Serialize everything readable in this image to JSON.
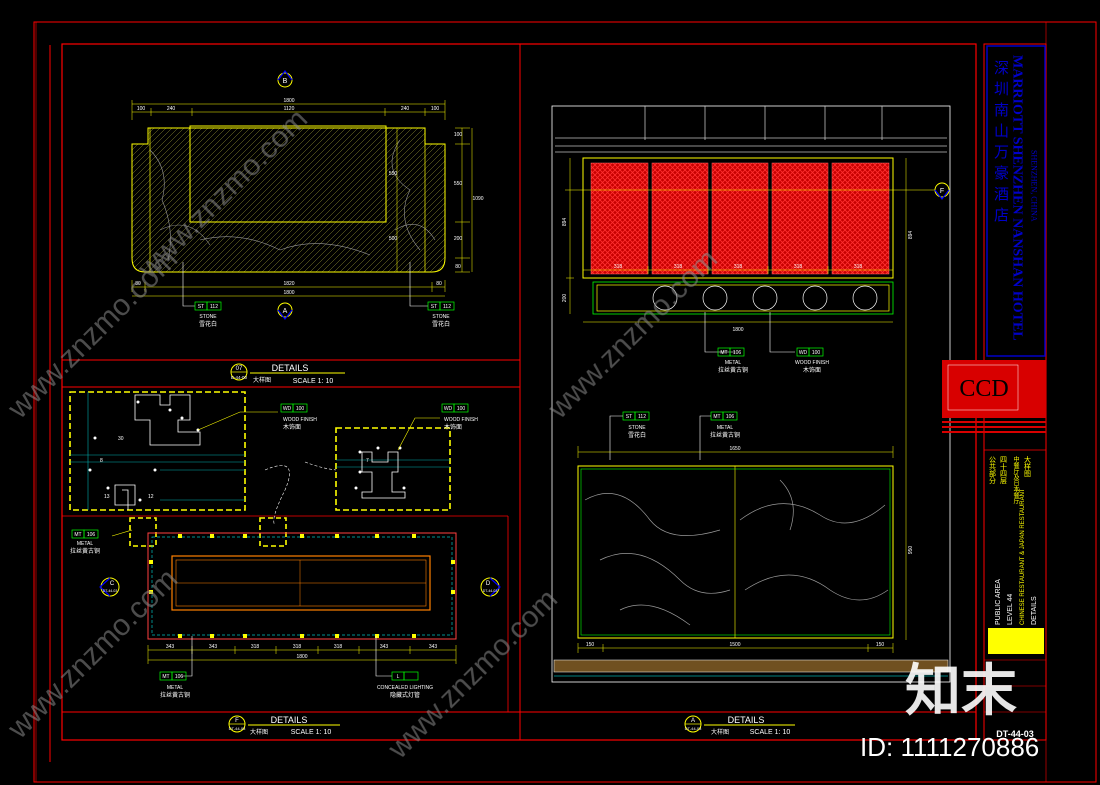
{
  "colors": {
    "background": "#000000",
    "frame": "#ff0000",
    "outline": "#ffff00",
    "hatch": "#00ffff",
    "text": "#ffffff",
    "tag": "#00ff00",
    "panel_red": "#e00000",
    "title_blue": "#0000c8",
    "ccd_red": "#d80000",
    "highlight": "#ffff00",
    "watermark": "#8a8a8a"
  },
  "title_block": {
    "hotel_cn": "深圳南山万豪酒店",
    "hotel_en": "MARRIOTT SHENZHEN NANSHAN HOTEL",
    "location": "SHENZHEN, CHINA",
    "logo": "CCD",
    "area_cn": "公共部分",
    "level_cn": "四十四层",
    "restaurant_cn": "中餐厅及日本餐厅",
    "details_cn": "大样图",
    "area_en": "PUBLIC AREA",
    "level_en": "LEVEL 44",
    "restaurant_en": "CHINESE RESTAURANT & JAPAN RESTAURANT",
    "details_en": "DETAILS",
    "sheet_no": "DT-44-03"
  },
  "watermark": {
    "brand": "知末",
    "site": "www.znzmo.com",
    "id_text": "ID: 1111270886"
  },
  "drawings": {
    "plan_top": {
      "section_tag": "B",
      "section_tag_bottom": "A",
      "dim_top": [
        "100",
        "240",
        "1120",
        "240",
        "100"
      ],
      "dim_overall": "1800",
      "dim_bottom": [
        "80",
        "1820",
        "80"
      ],
      "dim_right": [
        "100",
        "550",
        "1090",
        "200",
        "80"
      ],
      "dim_left": [
        "550",
        "500"
      ],
      "tag_left": {
        "code": "ST",
        "num": "112",
        "label": "STONE",
        "label_cn": "雪花白"
      },
      "tag_right": {
        "code": "ST",
        "num": "112",
        "label": "STONE",
        "label_cn": "雪花白"
      }
    },
    "detail_07": {
      "num": "07",
      "sheet": "E-44-00",
      "title": "DETAILS",
      "type_cn": "大样图",
      "scale": "SCALE 1: 10"
    },
    "wood_tag_1": {
      "code": "WD",
      "num": "100",
      "label": "WOOD FINISH",
      "label_cn": "木饰面"
    },
    "wood_tag_2": {
      "code": "WD",
      "num": "100",
      "label": "WOOD FINISH",
      "label_cn": "木饰面"
    },
    "metal_tag_left": {
      "code": "MT",
      "num": "106",
      "label": "METAL",
      "label_cn": "拉丝黄古铜"
    },
    "plan_bottom": {
      "tag_c": "C",
      "tag_c_sheet": "DT-44-03",
      "tag_d": "D",
      "tag_d_sheet": "DT-44-03",
      "dims": [
        "343",
        "343",
        "318",
        "318",
        "318",
        "343",
        "343"
      ],
      "dim_overall": "1800",
      "metal_tag": {
        "code": "MT",
        "num": "106",
        "label": "METAL",
        "label_cn": "拉丝黄古铜"
      },
      "light_tag": {
        "code": "L",
        "num": "",
        "label": "CONCEALED LIGHTING",
        "label_cn": "隐藏式灯管"
      }
    },
    "detail_f": {
      "num": "F",
      "sheet": "DT-44-03",
      "title": "DETAILS",
      "type_cn": "大样图",
      "scale": "SCALE 1: 10"
    },
    "elev_upper": {
      "tag_f": "F",
      "dims_panels": [
        "318",
        "318",
        "318",
        "318",
        "318"
      ],
      "dim_overall": "1800",
      "dim_left": [
        "894",
        "200"
      ],
      "metal_tag": {
        "code": "MT",
        "num": "106",
        "label": "METAL",
        "label_cn": "拉丝黄古铜"
      },
      "wood_tag": {
        "code": "WD",
        "num": "100",
        "label": "WOOD FINISH",
        "label_cn": "木饰面"
      }
    },
    "elev_lower": {
      "stone_tag": {
        "code": "ST",
        "num": "112",
        "label": "STONE",
        "label_cn": "雪花白"
      },
      "metal_tag": {
        "code": "MT",
        "num": "106",
        "label": "METAL",
        "label_cn": "拉丝黄古铜"
      },
      "dim_top": "1650",
      "dim_bottom": [
        "150",
        "1500",
        "150"
      ],
      "dim_right": [
        "894",
        "950"
      ]
    },
    "detail_a": {
      "num": "A",
      "sheet": "DT-44-03",
      "title": "DETAILS",
      "type_cn": "大样图",
      "scale": "SCALE 1: 10"
    }
  }
}
